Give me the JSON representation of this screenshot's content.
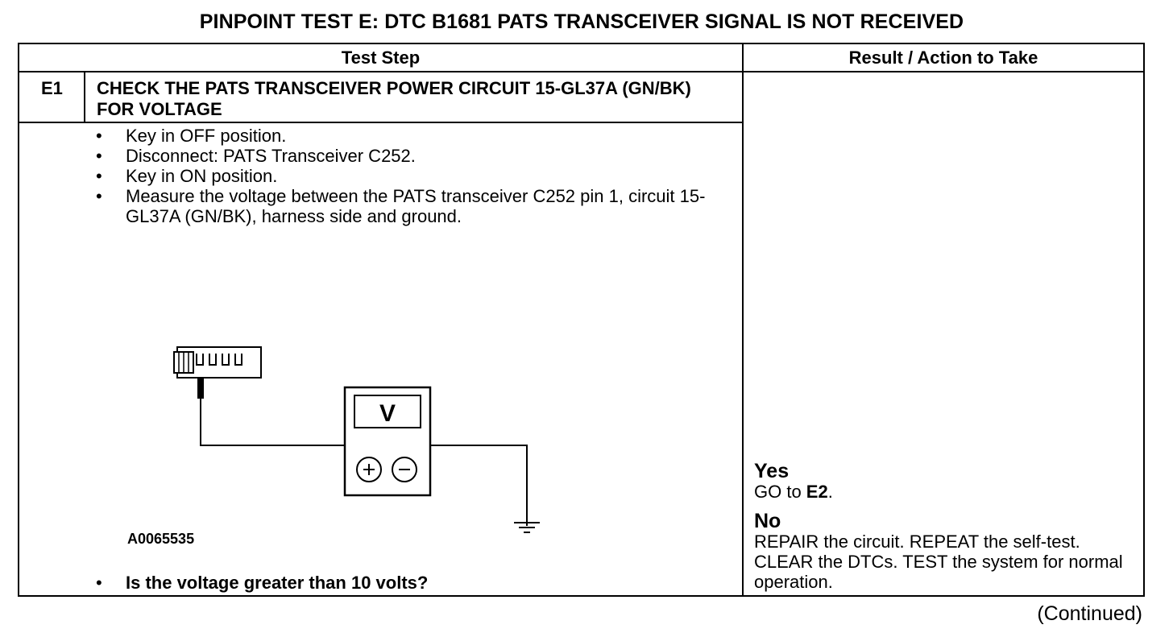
{
  "page_title": "PINPOINT TEST E: DTC B1681 PATS TRANSCEIVER SIGNAL IS NOT RECEIVED",
  "table": {
    "col_test_step": "Test Step",
    "col_result": "Result / Action to Take"
  },
  "step": {
    "id": "E1",
    "title": "CHECK THE PATS TRANSCEIVER POWER CIRCUIT 15-GL37A (GN/BK) FOR VOLTAGE",
    "bullets": [
      "Key in OFF position.",
      "Disconnect: PATS Transceiver C252.",
      "Key in ON position.",
      "Measure the voltage between the PATS transceiver C252 pin 1, circuit 15-GL37A (GN/BK), harness side and ground."
    ],
    "figure_id": "A0065535",
    "meter_label": "V",
    "question": "Is the voltage greater than 10 volts?"
  },
  "results": {
    "yes_label": "Yes",
    "yes_action_prefix": "GO to ",
    "yes_action_target": "E2",
    "yes_action_suffix": ".",
    "no_label": "No",
    "no_action": "REPAIR the circuit. REPEAT the self-test. CLEAR the DTCs. TEST the system for normal operation."
  },
  "footer": "(Continued)"
}
